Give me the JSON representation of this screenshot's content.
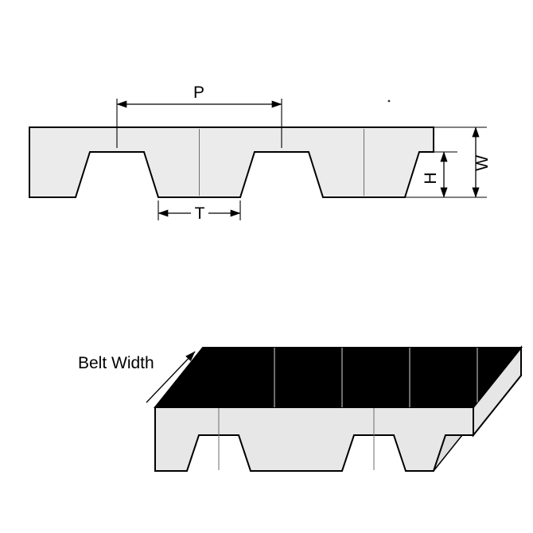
{
  "labels": {
    "pitch": "P",
    "tooth": "T",
    "height": "H",
    "width": "W",
    "belt_width": "Belt Width"
  },
  "colors": {
    "background": "#ffffff",
    "outline": "#000000",
    "belt_fill": "#ebebeb",
    "belt_fill_3d": "#e7e7e7",
    "flank_face": "#dedede",
    "root_face": "#f4f4f4",
    "end_face": "#e6e6e6",
    "top_face": "#000000"
  }
}
